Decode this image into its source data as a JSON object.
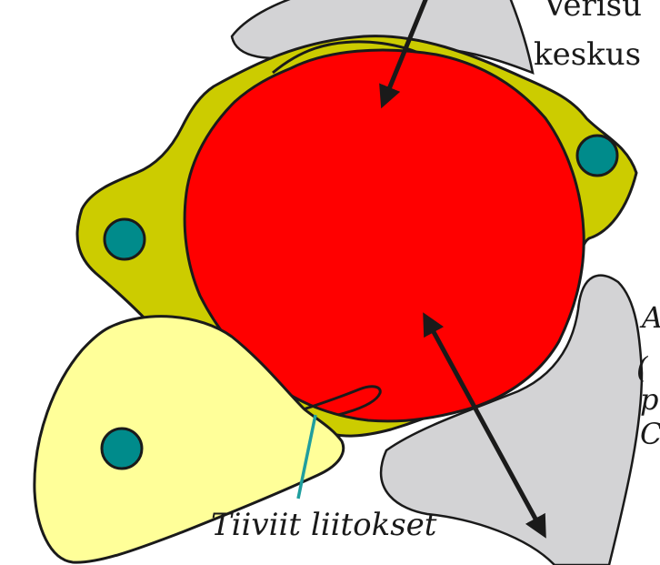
{
  "colors": {
    "lumen": "#ff0000",
    "endothelium": "#cccc00",
    "pericyte": "#ffff99",
    "astrocyte": "#d3d3d5",
    "nucleus": "#008b8b",
    "outline": "#1a1a1a",
    "arrow": "#1a1a1a",
    "junction_line": "#1f9e9e"
  },
  "labels": {
    "top_line1": "Verisu",
    "top_line2": "keskus",
    "right_frag1": "A",
    "right_frag2": "(",
    "right_frag3": "p",
    "right_frag4": "C",
    "junction": "Tiiviit liitokset"
  },
  "icons": {
    "arrow_head": "arrowhead-shape"
  }
}
